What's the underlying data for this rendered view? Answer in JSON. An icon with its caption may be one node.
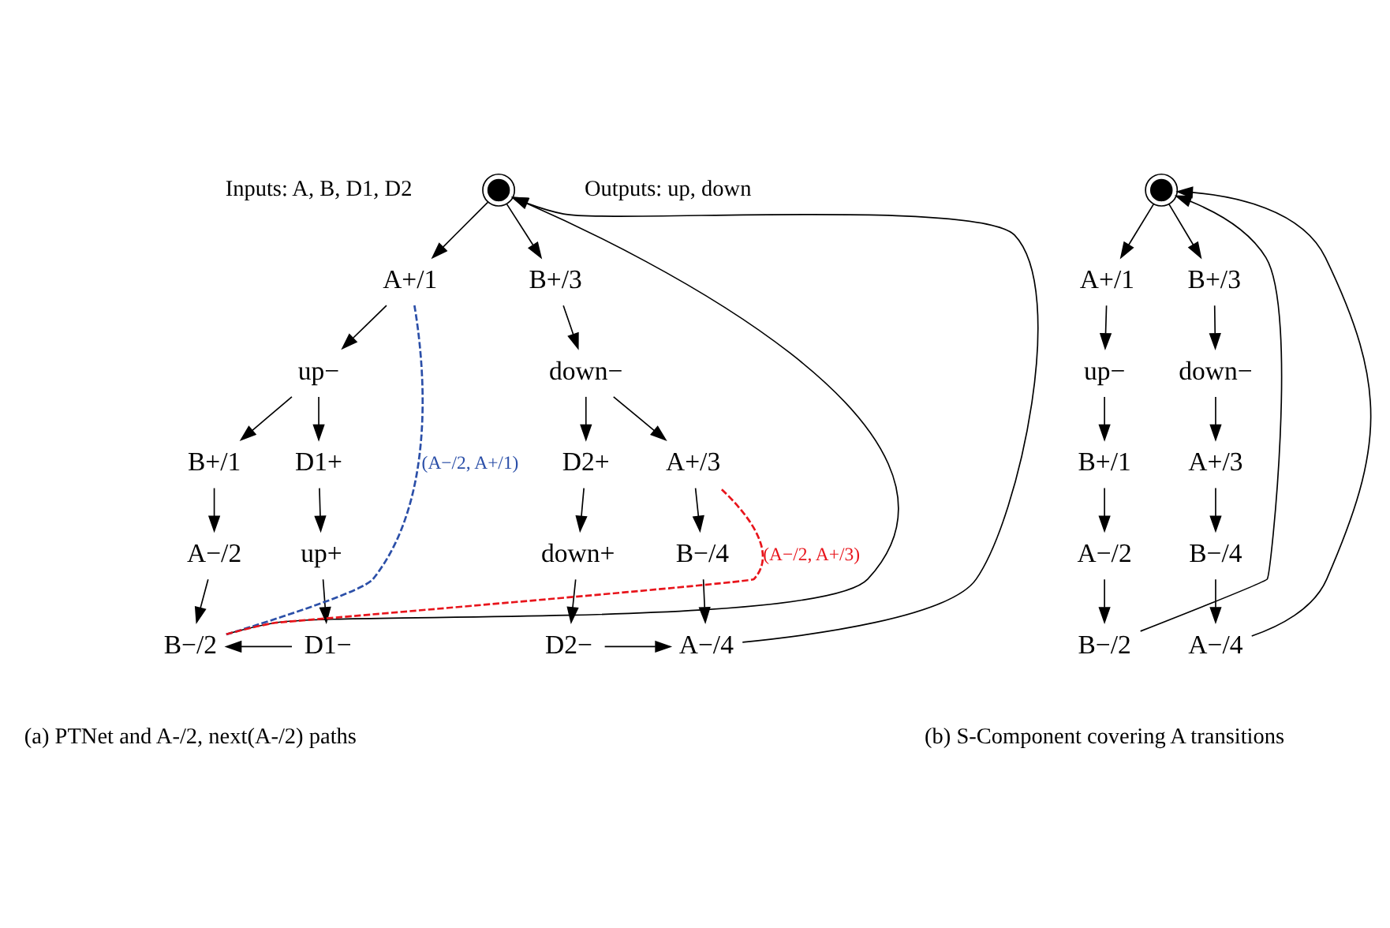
{
  "diagram": {
    "nodes": [
      {
        "text": [],
        "shape": "circle"
      },
      {
        "text": [
          "A+/1"
        ]
      },
      {
        "text": [
          "B+/3"
        ]
      },
      {
        "text": [
          "up−"
        ]
      },
      {
        "text": [
          "down−"
        ]
      },
      {
        "text": [
          "B+/1"
        ]
      },
      {
        "text": [
          "D1+"
        ]
      },
      {
        "text": [
          "D2+"
        ]
      },
      {
        "text": [
          "A+/3"
        ]
      },
      {
        "text": [
          "A−/2"
        ]
      },
      {
        "text": [
          "up+"
        ]
      },
      {
        "text": [
          "down+"
        ]
      },
      {
        "text": [
          "B−/4"
        ]
      },
      {
        "text": [
          "B−/2"
        ]
      },
      {
        "text": [
          "D1−"
        ]
      },
      {
        "text": [
          "D2−"
        ]
      },
      {
        "text": [
          "A−/4"
        ]
      },
      {
        "text": [],
        "shape": "circle"
      },
      {
        "text": [
          "A+/1"
        ]
      },
      {
        "text": [
          "B+/3"
        ]
      },
      {
        "text": [
          "up−"
        ]
      },
      {
        "text": [
          "down−"
        ]
      },
      {
        "text": [
          "B+/1"
        ]
      },
      {
        "text": [
          "A+/3"
        ]
      },
      {
        "text": [
          "A−/2"
        ]
      },
      {
        "text": [
          "B−/4"
        ]
      },
      {
        "text": [
          "B−/2"
        ]
      },
      {
        "text": [
          "A−/4"
        ]
      }
    ],
    "edges": [
      {
        "from": 0,
        "to": 1,
        "arrow": "to"
      },
      {
        "from": 0,
        "to": 2,
        "arrow": "to"
      },
      {
        "from": 1,
        "to": 3,
        "arrow": "to"
      },
      {
        "from": 2,
        "to": 4,
        "arrow": "to"
      },
      {
        "from": 3,
        "to": 5,
        "arrow": "to"
      },
      {
        "from": 3,
        "to": 6,
        "arrow": "to"
      },
      {
        "from": 4,
        "to": 7,
        "arrow": "to"
      },
      {
        "from": 4,
        "to": 8,
        "arrow": "to"
      },
      {
        "from": 5,
        "to": 9,
        "arrow": "to"
      },
      {
        "from": 6,
        "to": 10,
        "arrow": "to"
      },
      {
        "from": 7,
        "to": 11,
        "arrow": "to"
      },
      {
        "from": 8,
        "to": 12,
        "arrow": "to"
      },
      {
        "from": 9,
        "to": 13,
        "arrow": "to"
      },
      {
        "from": 10,
        "to": 14,
        "arrow": "to"
      },
      {
        "from": 11,
        "to": 15,
        "arrow": "to"
      },
      {
        "from": 12,
        "to": 16,
        "arrow": "to"
      },
      {
        "from": 14,
        "to": 13,
        "arrow": "to"
      },
      {
        "from": 15,
        "to": 16,
        "arrow": "to"
      },
      {
        "from": 13,
        "to": 0,
        "arrow": "to"
      },
      {
        "from": 16,
        "to": 0,
        "arrow": "to"
      },
      {
        "from": 13,
        "to": 1,
        "arrow": "none",
        "label": "(A−/2, A+/1)",
        "style": "dashed",
        "color": "#2b4fa8"
      },
      {
        "from": 13,
        "to": 8,
        "arrow": "none",
        "label": "(A−/2, A+/3)",
        "style": "dashed",
        "color": "#e8141b"
      },
      {
        "from": 17,
        "to": 18,
        "arrow": "to"
      },
      {
        "from": 17,
        "to": 19,
        "arrow": "to"
      },
      {
        "from": 18,
        "to": 20,
        "arrow": "to"
      },
      {
        "from": 19,
        "to": 21,
        "arrow": "to"
      },
      {
        "from": 20,
        "to": 22,
        "arrow": "to"
      },
      {
        "from": 21,
        "to": 23,
        "arrow": "to"
      },
      {
        "from": 22,
        "to": 24,
        "arrow": "to"
      },
      {
        "from": 23,
        "to": 25,
        "arrow": "to"
      },
      {
        "from": 24,
        "to": 26,
        "arrow": "to"
      },
      {
        "from": 25,
        "to": 27,
        "arrow": "to"
      },
      {
        "from": 26,
        "to": 17,
        "arrow": "to"
      },
      {
        "from": 27,
        "to": 17,
        "arrow": "to"
      }
    ],
    "labels": [
      "Inputs: A, B, D1, D2",
      "Outputs: up, down",
      "(a) PTNet and A-/2, next(A-/2) paths",
      "(b) S-Component covering A transitions"
    ]
  }
}
